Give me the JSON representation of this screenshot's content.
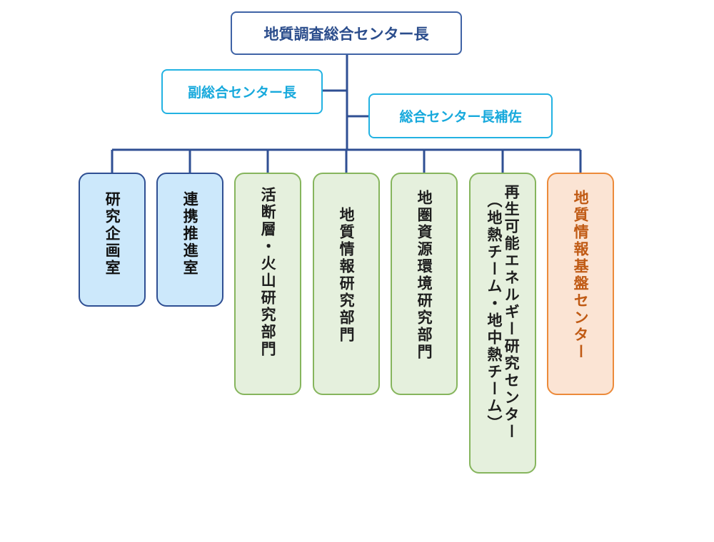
{
  "chart_title": "",
  "head": {
    "label": "地質調査総合センター長"
  },
  "deputy": {
    "label": "副総合センター長"
  },
  "assistant": {
    "label": "総合センター長補佐"
  },
  "departments": [
    {
      "label": "研究企画室",
      "color": "#cce8fb"
    },
    {
      "label": "連携推進室",
      "color": "#cce8fb"
    },
    {
      "label": "活断層・火山研究部門",
      "color": "#e5f0dd"
    },
    {
      "label": "地質情報研究部門",
      "color": "#e5f0dd"
    },
    {
      "label": "地圏資源環境研究部門",
      "color": "#e5f0dd"
    },
    {
      "label_line1": "再生可能エネルギー研究センター",
      "label_line2": "（地熱チーム・地中熱チーム）",
      "color": "#e5f0dd"
    },
    {
      "label": "地質情報基盤センター",
      "color": "#fbe4d4"
    }
  ],
  "colors": {
    "line": "#2f4f93",
    "head_border": "#3f63a6",
    "sub_border": "#22b2e2",
    "green_border": "#86b55d",
    "orange_border": "#ec8a3a"
  }
}
